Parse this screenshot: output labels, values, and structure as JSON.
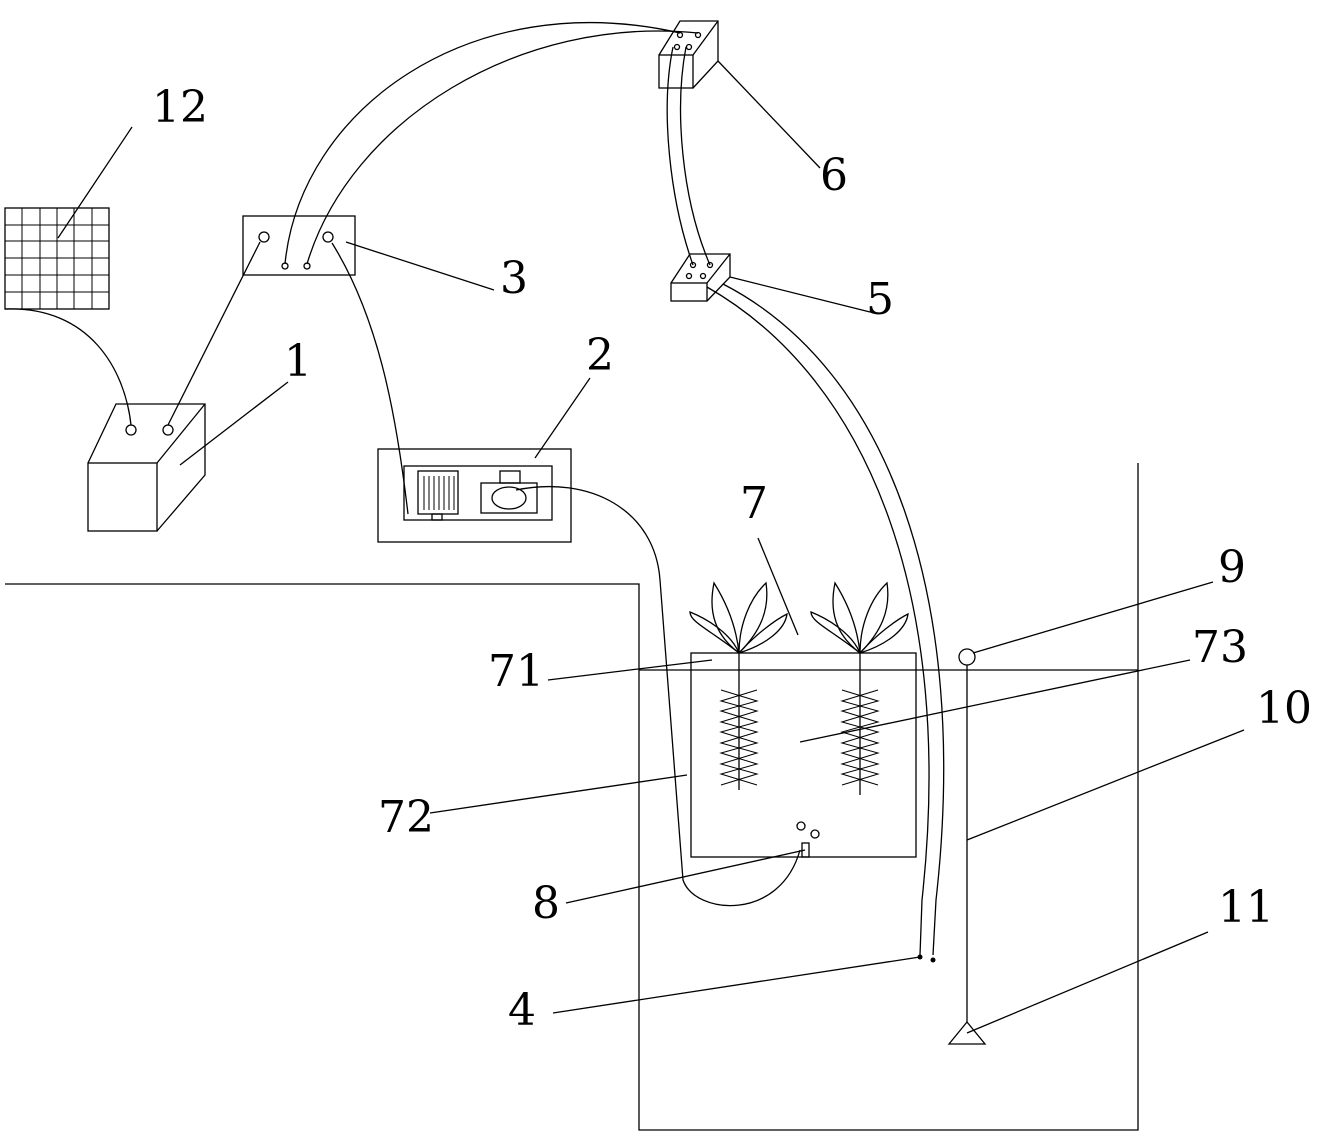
{
  "labels": {
    "battery": "1",
    "aerator": "2",
    "controller": "3",
    "probe": "4",
    "unit_5": "5",
    "unit_6": "6",
    "planting_unit": "7",
    "plate": "71",
    "frame": "72",
    "cavity": "73",
    "air_stone": "8",
    "float": "9",
    "rod": "10",
    "anchor": "11",
    "solar_panel": "12"
  }
}
